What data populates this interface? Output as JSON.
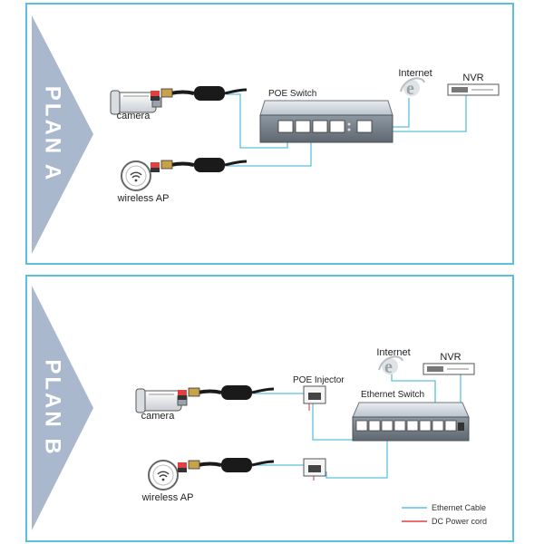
{
  "colors": {
    "accent_border": "#5bc0de",
    "arrow_fill": "#a9b8cc",
    "ethernet_cable": "#5bc0de",
    "dc_power_cord": "#e04040"
  },
  "plan_a": {
    "title": "PLAN A",
    "camera_label": "camera",
    "ap_label": "wireless AP",
    "switch_label": "POE Switch",
    "internet_label": "Internet",
    "nvr_label": "NVR",
    "icons": [
      "camera-icon",
      "wireless-ap-icon",
      "poe-splitter-icon",
      "poe-switch-icon",
      "internet-explorer-icon",
      "nvr-icon"
    ]
  },
  "plan_b": {
    "title": "PLAN B",
    "camera_label": "camera",
    "ap_label": "wireless AP",
    "injector_label": "POE Injector",
    "switch_label": "Ethernet Switch",
    "internet_label": "Internet",
    "nvr_label": "NVR",
    "icons": [
      "camera-icon",
      "wireless-ap-icon",
      "poe-splitter-icon",
      "poe-injector-icon",
      "ethernet-switch-icon",
      "internet-explorer-icon",
      "nvr-icon"
    ]
  },
  "legend": {
    "ethernet_label": "Ethernet Cable",
    "dc_label": "DC Power cord"
  }
}
